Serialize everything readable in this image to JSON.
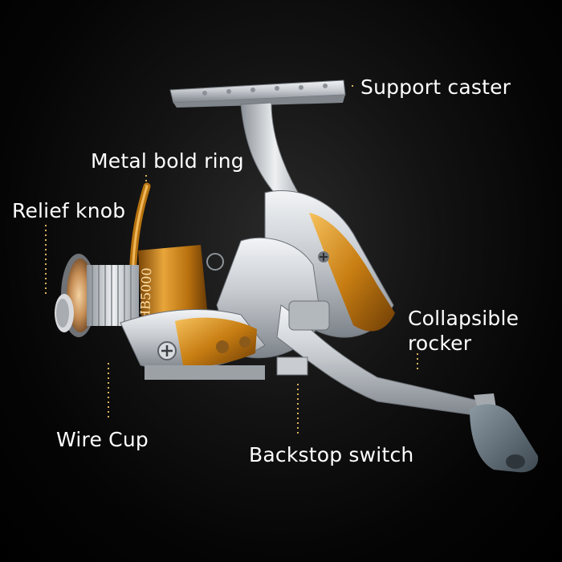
{
  "labels": {
    "support_caster": "Support caster",
    "metal_bold_ring": "Metal bold ring",
    "relief_knob": "Relief knob",
    "collapsible_rocker": [
      "Collapsible",
      "rocker"
    ],
    "wire_cup": "Wire Cup",
    "backstop_switch": "Backstop switch"
  },
  "spool_marking": "HB5000",
  "colors": {
    "background": "#000000",
    "label_text": "#ffffff",
    "leader_line": "#d9b25a",
    "accent_gold": "#c8861a",
    "body_silver": "#c9ccd1",
    "handle_knob": "#5d6b76"
  }
}
